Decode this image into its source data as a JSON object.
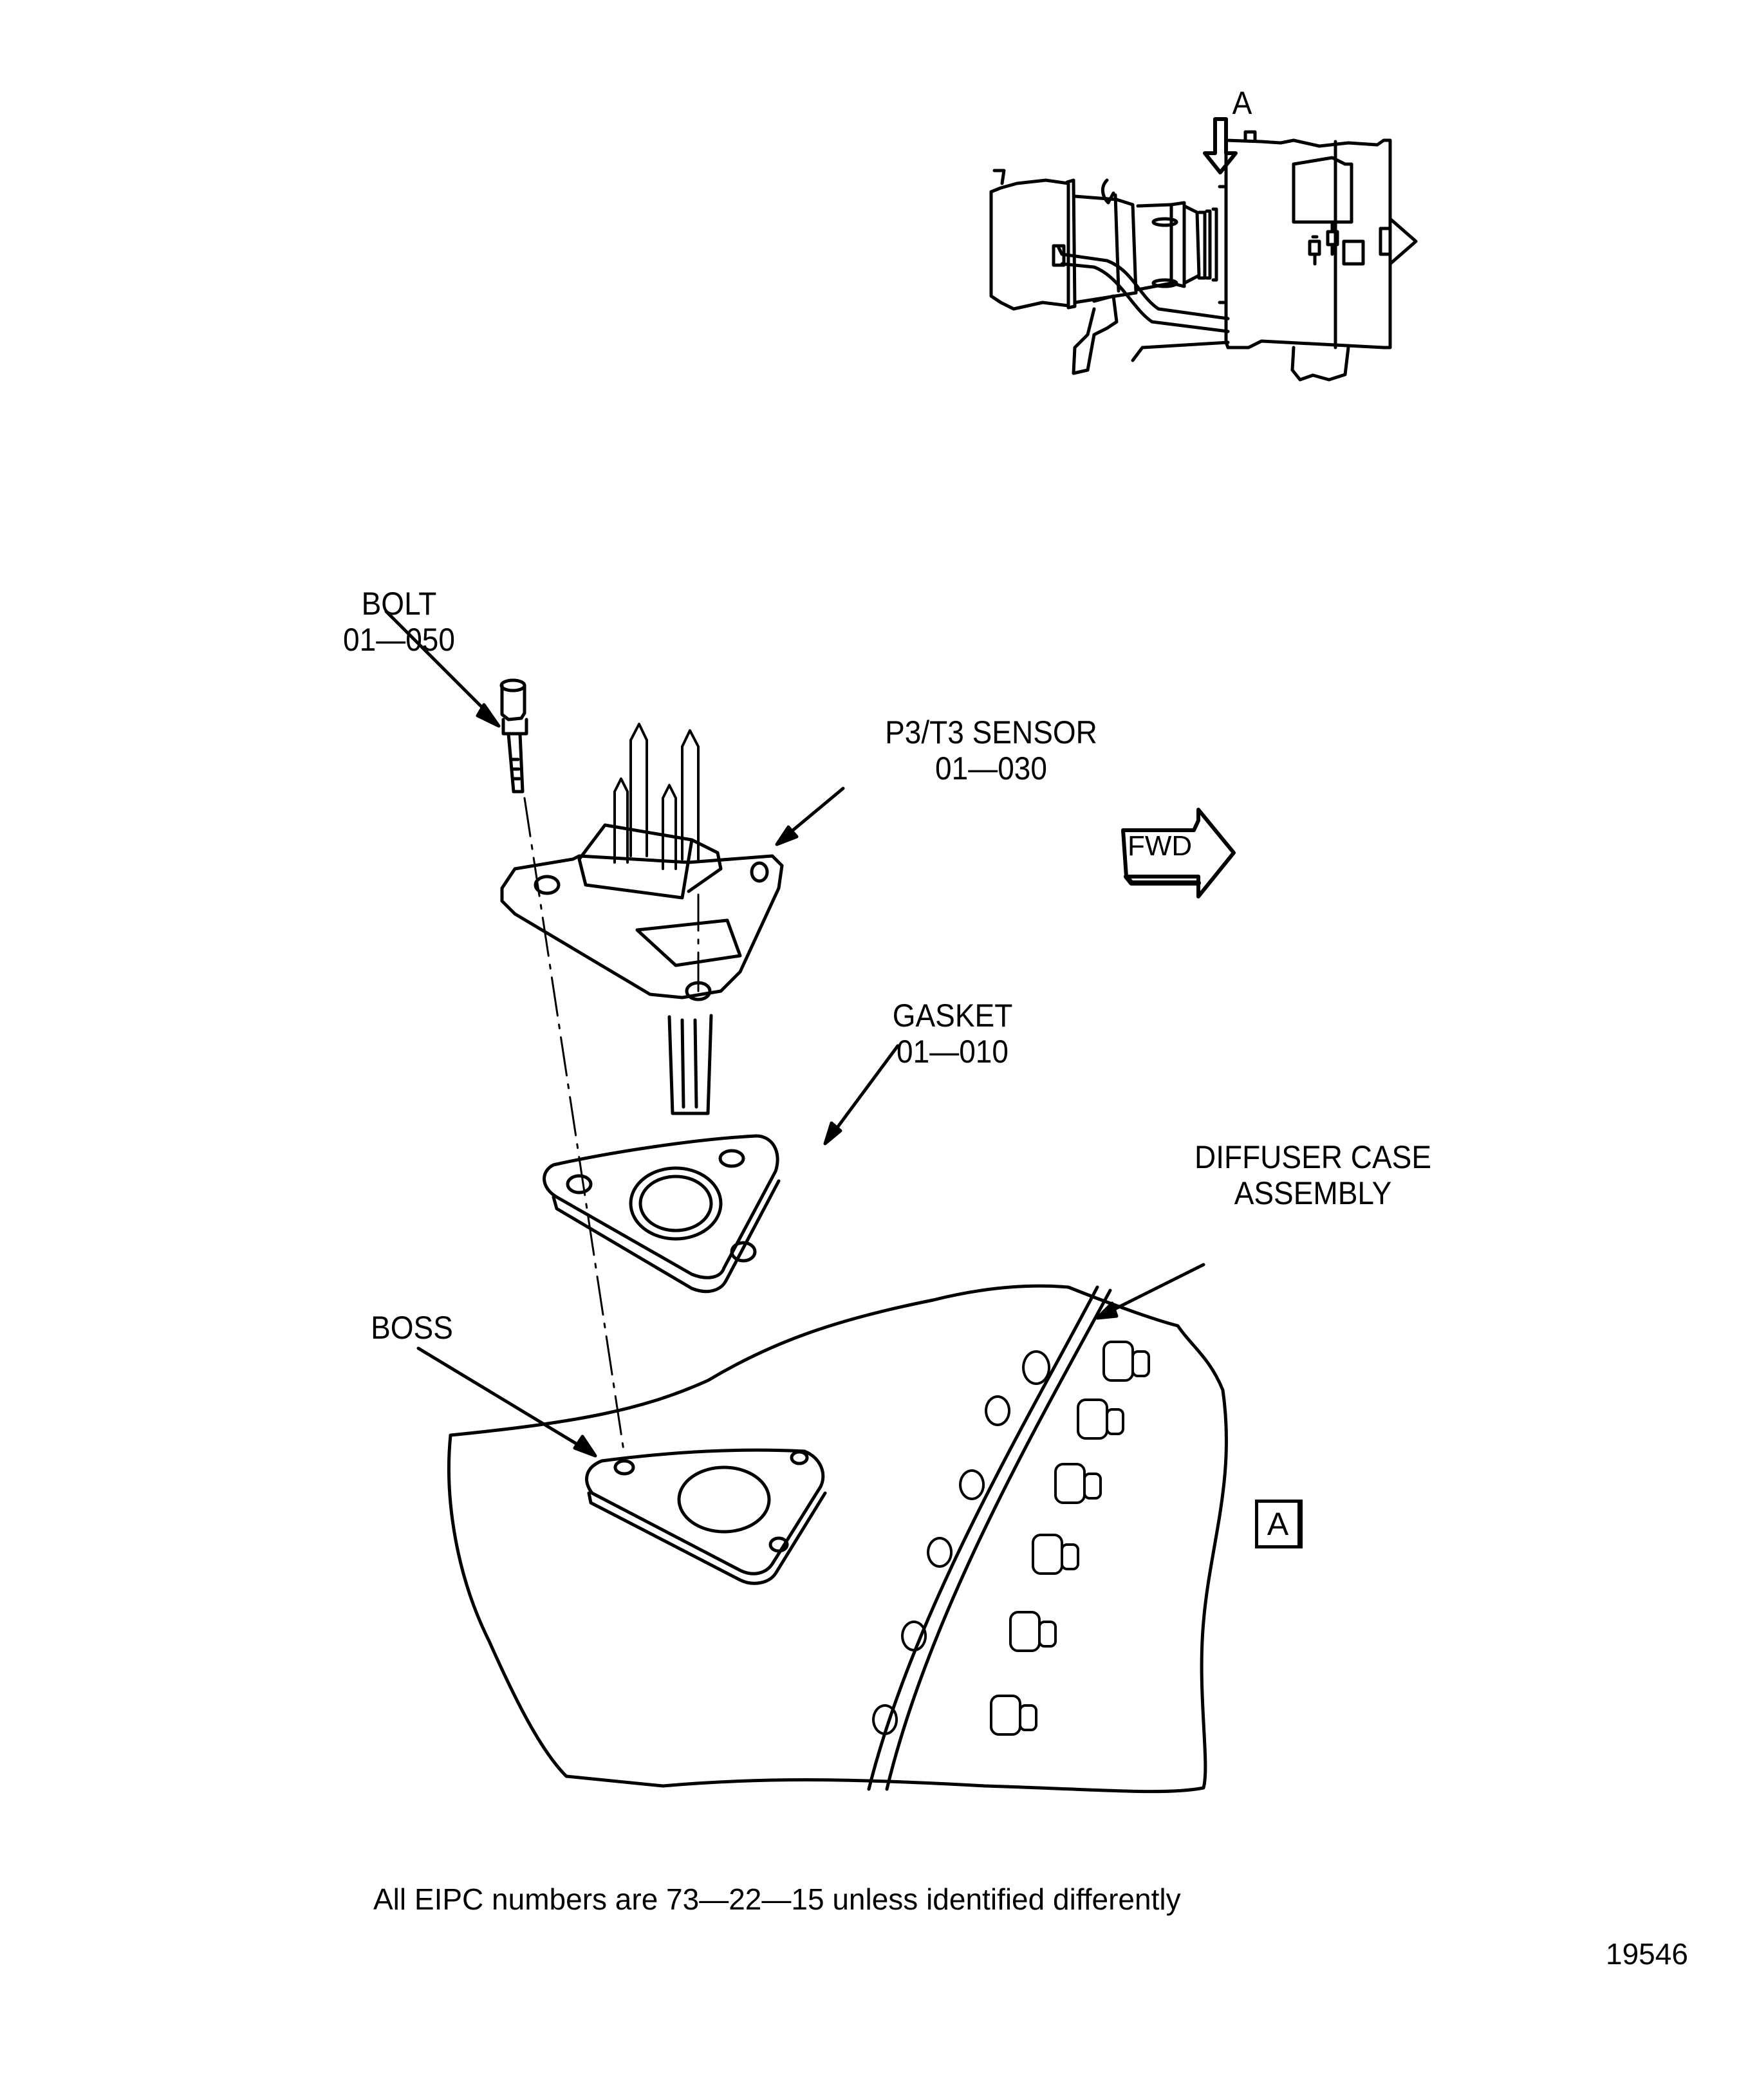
{
  "figure_id": "19546",
  "footer_note": "All EIPC numbers are 73—22—15 unless identified differently",
  "view_marker": "A",
  "view_box_label": "A",
  "direction_indicator": "FWD",
  "callouts": [
    {
      "name": "BOLT",
      "ref": "01—050"
    },
    {
      "name": "P3/T3 SENSOR",
      "ref": "01—030"
    },
    {
      "name": "GASKET",
      "ref": "01—010"
    },
    {
      "name": "DIFFUSER CASE",
      "ref": "ASSEMBLY"
    },
    {
      "name": "BOSS",
      "ref": ""
    }
  ],
  "colors": {
    "ink": "#000000",
    "paper": "#ffffff"
  }
}
